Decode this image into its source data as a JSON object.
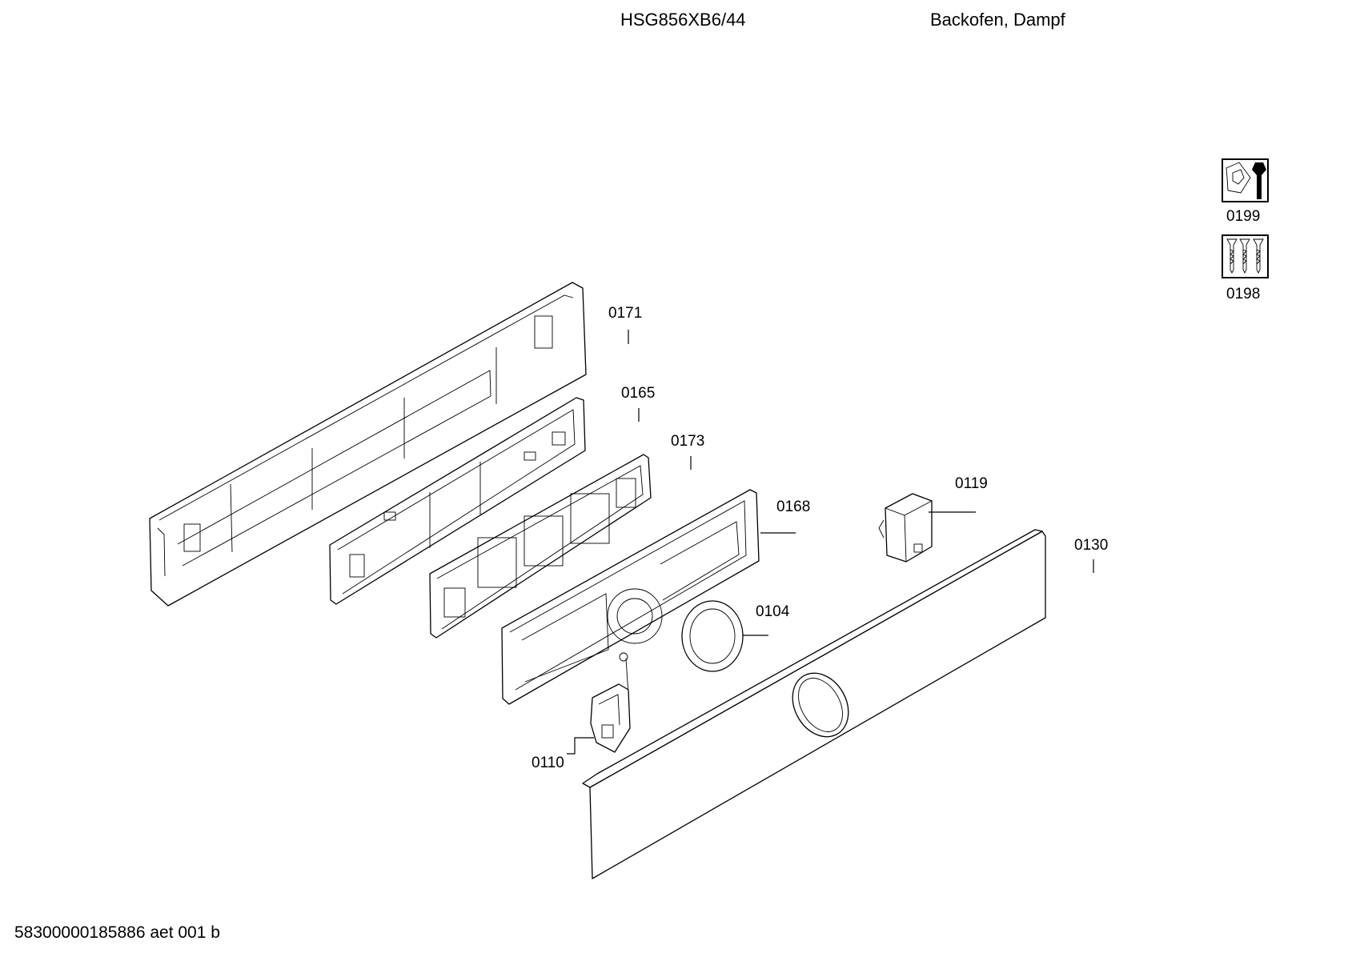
{
  "header": {
    "model": "HSG856XB6/44",
    "category": "Backofen, Dampf"
  },
  "footer": {
    "doc_id": "58300000185886 aet 001 b"
  },
  "icons": [
    {
      "name": "tool-kit-icon",
      "number": "0199"
    },
    {
      "name": "screws-icon",
      "number": "0198"
    }
  ],
  "parts": [
    {
      "id": "frame-rear",
      "number": "0171"
    },
    {
      "id": "control-board",
      "number": "0165"
    },
    {
      "id": "module-board",
      "number": "0173"
    },
    {
      "id": "display-frame",
      "number": "0168"
    },
    {
      "id": "switch-module",
      "number": "0119"
    },
    {
      "id": "control-panel-front",
      "number": "0130"
    },
    {
      "id": "knob-ring",
      "number": "0104"
    },
    {
      "id": "sensor-module",
      "number": "0110"
    }
  ]
}
